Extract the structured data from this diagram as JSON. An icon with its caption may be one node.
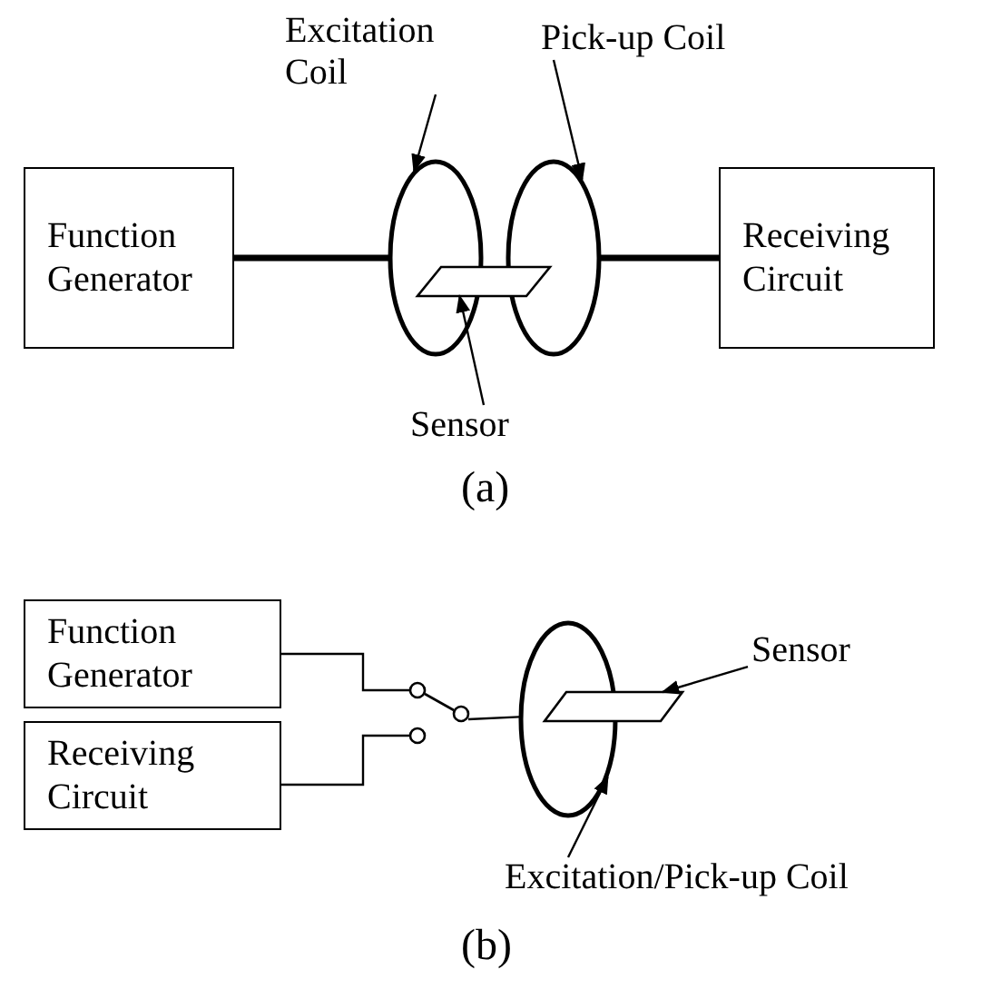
{
  "diagram": {
    "nodes": [
      {
        "text": [
          "Function Generator"
        ]
      },
      {
        "text": [
          "Excitation Coil"
        ]
      },
      {
        "text": [],
        "shape": "ellipse"
      },
      {
        "text": [
          "Pick-up Coil"
        ]
      },
      {
        "text": [],
        "shape": "ellipse"
      },
      {
        "text": [],
        "shape": "parallelogram"
      },
      {
        "text": [
          "Sensor"
        ]
      },
      {
        "text": [
          "Receiving Circuit"
        ]
      },
      {
        "text": [
          "Function Generator"
        ]
      },
      {
        "text": [
          "Receiving Circuit"
        ]
      },
      {
        "text": [],
        "shape": "switch"
      },
      {
        "text": [],
        "shape": "ellipse"
      },
      {
        "text": [],
        "shape": "parallelogram"
      },
      {
        "text": [
          "Sensor"
        ]
      },
      {
        "text": [
          "Excitation/Pick-up Coil"
        ]
      }
    ],
    "edges": [
      {
        "from": 0,
        "to": 2,
        "arrow": "none",
        "style": "thick"
      },
      {
        "from": 4,
        "to": 7,
        "arrow": "none",
        "style": "thick"
      },
      {
        "from": 1,
        "to": 2,
        "arrow": "to"
      },
      {
        "from": 3,
        "to": 4,
        "arrow": "to"
      },
      {
        "from": 6,
        "to": 5,
        "arrow": "to"
      },
      {
        "from": 8,
        "to": 10,
        "arrow": "none"
      },
      {
        "from": 9,
        "to": 10,
        "arrow": "none"
      },
      {
        "from": 10,
        "to": 11,
        "arrow": "none"
      },
      {
        "from": 13,
        "to": 12,
        "arrow": "to"
      },
      {
        "from": 14,
        "to": 11,
        "arrow": "to"
      }
    ],
    "labels": [
      "(a)",
      "(b)"
    ]
  }
}
